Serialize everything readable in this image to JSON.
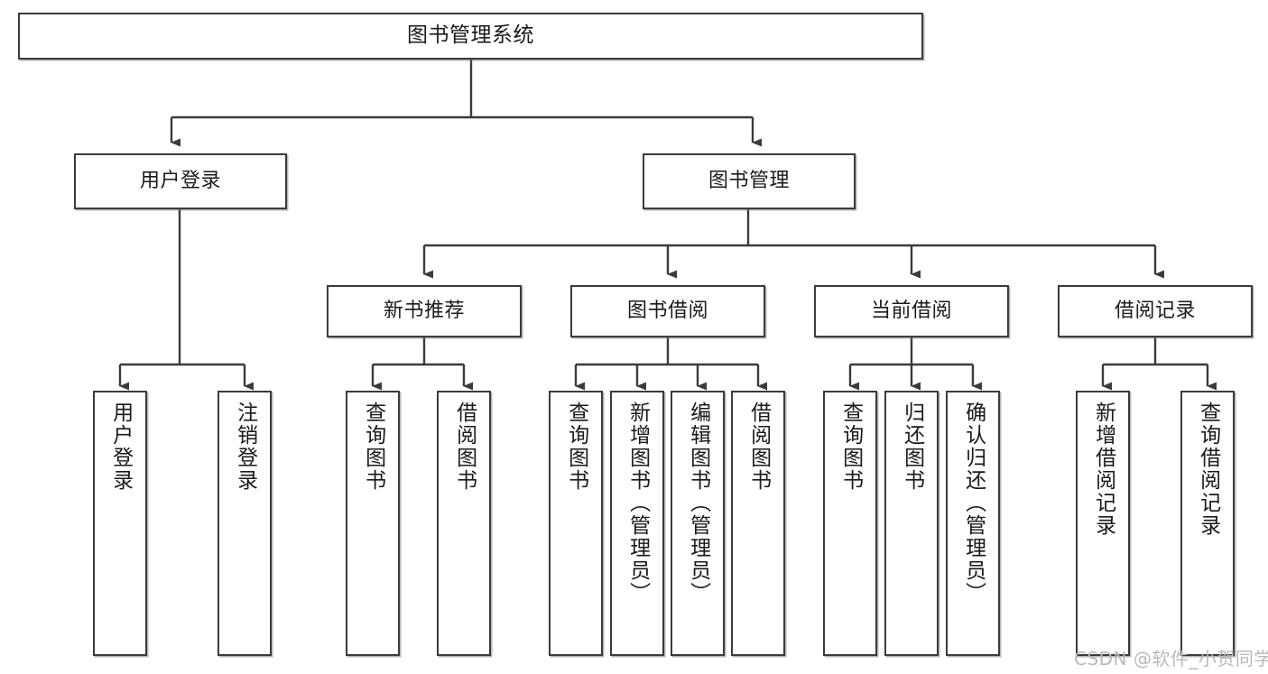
{
  "diagram": {
    "title": "图书管理系统",
    "type": "hierarchy-tree",
    "background_color": "#ffffff",
    "node_border_color": "#3b3b3b",
    "node_fill_color": "#ffffff",
    "text_color": "#1a1a1a",
    "watermark": "CSDN @软件_小贺同学",
    "watermark_color": "#b9b9b9"
  },
  "nodes": {
    "root": {
      "label": "图书管理系统",
      "level": 1
    },
    "level2": [
      {
        "id": "user-login",
        "label": "用户登录"
      },
      {
        "id": "book-manage",
        "label": "图书管理"
      }
    ],
    "level3": [
      {
        "id": "new-book-recommend",
        "label": "新书推荐"
      },
      {
        "id": "book-borrow",
        "label": "图书借阅"
      },
      {
        "id": "current-borrow",
        "label": "当前借阅"
      },
      {
        "id": "borrow-record",
        "label": "借阅记录"
      }
    ],
    "leaves": {
      "user-login": [
        {
          "id": "leaf-user-login",
          "label": "用户登录"
        },
        {
          "id": "leaf-user-logout",
          "label": "注销登录"
        }
      ],
      "new-book-recommend": [
        {
          "id": "leaf-query-book-1",
          "label": "查询图书"
        },
        {
          "id": "leaf-borrow-book-1",
          "label": "借阅图书"
        }
      ],
      "book-borrow": [
        {
          "id": "leaf-query-book-2",
          "label": "查询图书"
        },
        {
          "id": "leaf-add-book",
          "label": "新增图书（管理员）"
        },
        {
          "id": "leaf-edit-book",
          "label": "编辑图书（管理员）"
        },
        {
          "id": "leaf-borrow-book-2",
          "label": "借阅图书"
        }
      ],
      "current-borrow": [
        {
          "id": "leaf-query-book-3",
          "label": "查询图书"
        },
        {
          "id": "leaf-return-book",
          "label": "归还图书"
        },
        {
          "id": "leaf-confirm-return",
          "label": "确认归还（管理员）"
        }
      ],
      "borrow-record": [
        {
          "id": "leaf-add-record",
          "label": "新增借阅记录"
        },
        {
          "id": "leaf-query-record",
          "label": "查询借阅记录"
        }
      ]
    }
  }
}
